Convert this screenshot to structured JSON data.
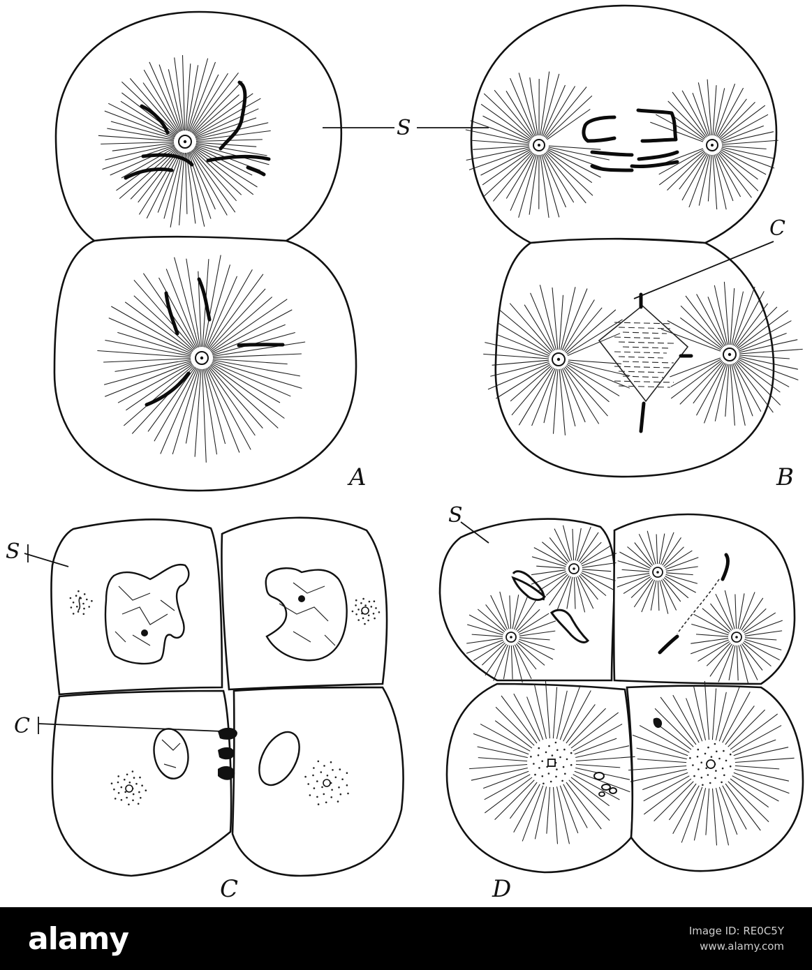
{
  "figure": {
    "panel_labels": {
      "a": "A",
      "b": "B",
      "c": "C",
      "d": "D"
    },
    "labels": {
      "s": "S",
      "c": "C"
    }
  },
  "footer": {
    "logo": "alamy",
    "image_id_line": "Image ID: RE0C5Y",
    "site": "www.alamy.com"
  }
}
